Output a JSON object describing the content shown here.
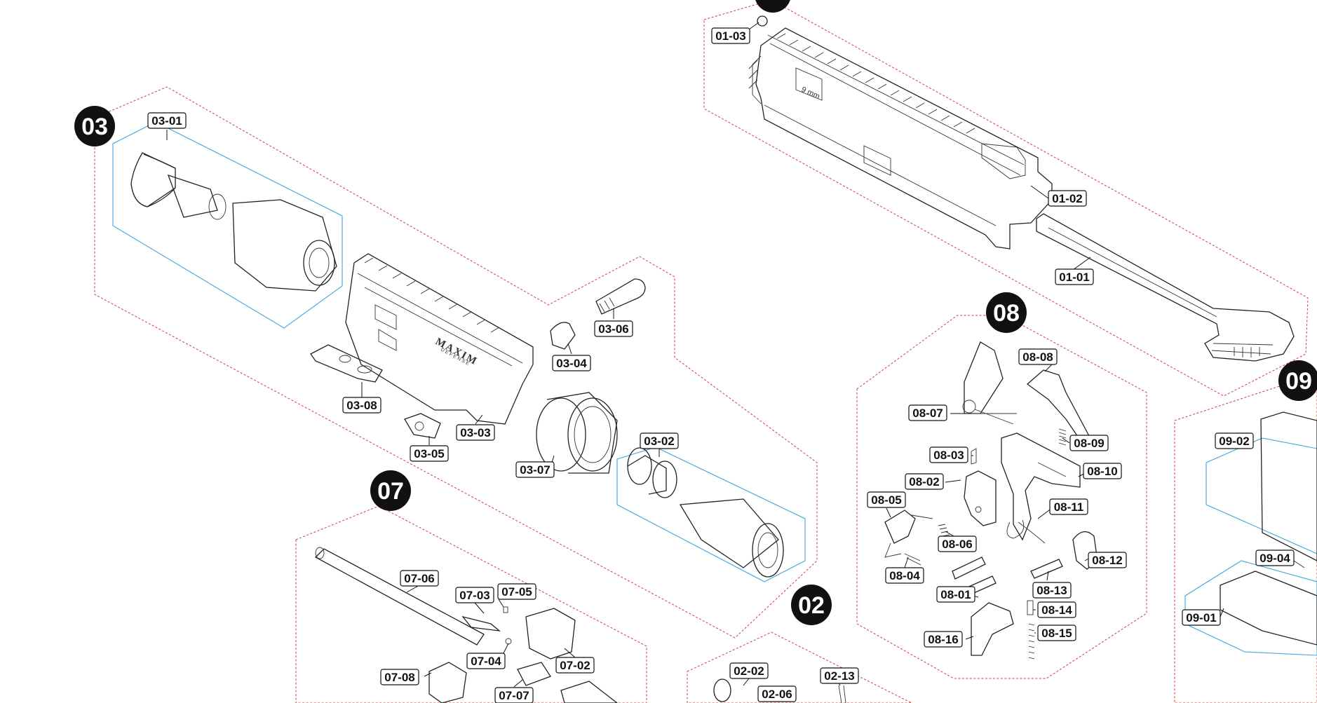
{
  "groups": [
    "03",
    "07",
    "08",
    "02",
    "09"
  ],
  "labels": {
    "p01_01": "01-01",
    "p01_02": "01-02",
    "p01_03": "01-03",
    "p02_02": "02-02",
    "p02_06": "02-06",
    "p02_13": "02-13",
    "p03_01": "03-01",
    "p03_02": "03-02",
    "p03_03": "03-03",
    "p03_04": "03-04",
    "p03_05": "03-05",
    "p03_06": "03-06",
    "p03_07": "03-07",
    "p03_08": "03-08",
    "p07_02": "07-02",
    "p07_03": "07-03",
    "p07_04": "07-04",
    "p07_05": "07-05",
    "p07_06": "07-06",
    "p07_07": "07-07",
    "p07_08": "07-08",
    "p08_01": "08-01",
    "p08_02": "08-02",
    "p08_03": "08-03",
    "p08_04": "08-04",
    "p08_05": "08-05",
    "p08_06": "08-06",
    "p08_07": "08-07",
    "p08_08": "08-08",
    "p08_09": "08-09",
    "p08_10": "08-10",
    "p08_11": "08-11",
    "p08_12": "08-12",
    "p08_13": "08-13",
    "p08_14": "08-14",
    "p08_15": "08-15",
    "p08_16": "08-16",
    "p09_01": "09-01",
    "p09_02": "09-02",
    "p09_04": "09-04"
  },
  "markings": {
    "brand_main": "MAXIM",
    "brand_sub": "DEFENSE",
    "caliber": "9 mm"
  },
  "colors": {
    "outline": "#222222",
    "group_boundary": "#d23b3b",
    "subassembly_boundary": "#3ea6dc",
    "badge": "#111111"
  }
}
